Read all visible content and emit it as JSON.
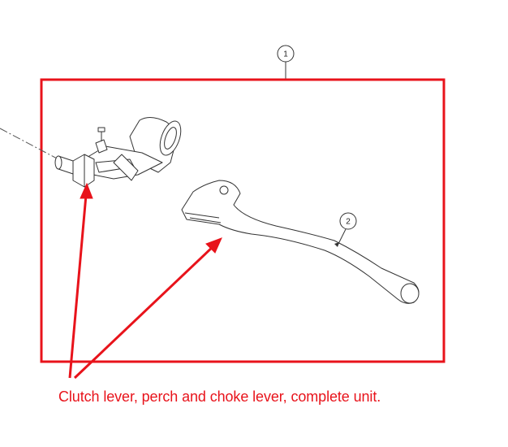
{
  "callouts": [
    {
      "id": "1",
      "label": "1"
    },
    {
      "id": "2",
      "label": "2"
    }
  ],
  "caption": "Clutch lever, perch and choke lever, complete unit.",
  "colors": {
    "annotation": "#e8131b",
    "linework": "#333333",
    "background": "#ffffff"
  }
}
